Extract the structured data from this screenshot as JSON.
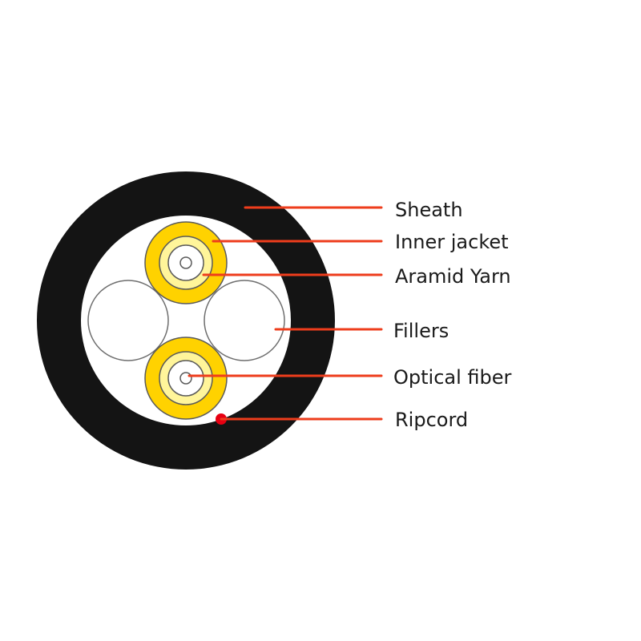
{
  "labels": {
    "sheath": "Sheath",
    "inner_jacket": "Inner jacket",
    "aramid_yarn": "Aramid Yarn",
    "fillers": "Fillers",
    "optical_fiber": "Optical fiber",
    "ripcord": "Ripcord"
  },
  "colors": {
    "sheath": "#141414",
    "inner_jacket": "#ffd200",
    "aramid_yarn": "#fff59a",
    "filler_stroke": "#6e6e6e",
    "leader_line": "#ee3d1c",
    "ripcord": "#e60012"
  }
}
